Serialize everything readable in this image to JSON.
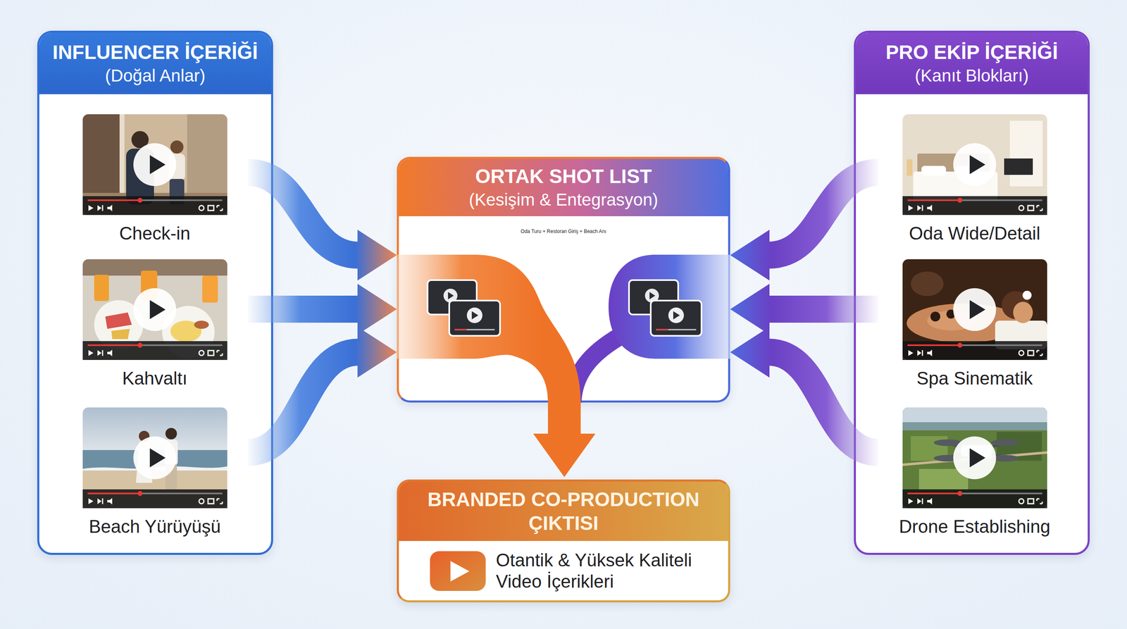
{
  "diagram": {
    "nodes": [
      {
        "text": [
          "INFLUENCER İÇERİĞİ",
          "(Doğal Anlar)"
        ]
      },
      {
        "text": [
          "Check-in"
        ],
        "in": 0
      },
      {
        "text": [
          "Kahvaltı"
        ],
        "in": 0
      },
      {
        "text": [
          "Beach Yürüyüşü"
        ],
        "in": 0
      },
      {
        "text": [
          "ORTAK SHOT LIST",
          "(Kesişim & Entegrasyon)",
          "Oda Turu + Restoran Giriş + Beach Anı"
        ]
      },
      {
        "text": [
          "PRO EKİP İÇERİĞİ",
          "(Kanıt Blokları)"
        ]
      },
      {
        "text": [
          "Oda Wide/Detail"
        ],
        "in": 5
      },
      {
        "text": [
          "Spa Sinematik"
        ],
        "in": 5
      },
      {
        "text": [
          "Drone Establishing"
        ],
        "in": 5
      },
      {
        "text": [
          "BRANDED CO-PRODUCTION ÇIKTISI",
          "Otantik & Yüksek Kaliteli Video İçerikleri"
        ]
      }
    ],
    "edges": [
      {
        "from": 1,
        "to": 4,
        "arrow": "to"
      },
      {
        "from": 2,
        "to": 4,
        "arrow": "to"
      },
      {
        "from": 3,
        "to": 4,
        "arrow": "to"
      },
      {
        "from": 6,
        "to": 4,
        "arrow": "to"
      },
      {
        "from": 7,
        "to": 4,
        "arrow": "to"
      },
      {
        "from": 8,
        "to": 4,
        "arrow": "to"
      },
      {
        "from": 4,
        "to": 9,
        "arrow": "to"
      }
    ]
  }
}
